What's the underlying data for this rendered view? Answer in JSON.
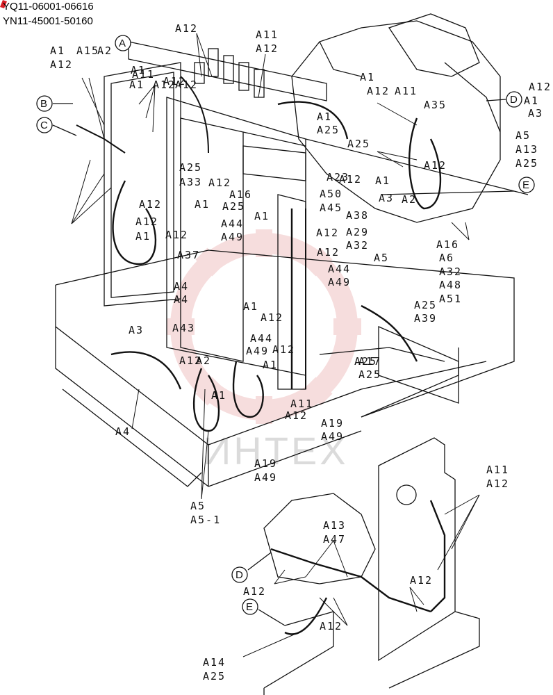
{
  "header": {
    "serial_line_1": "YQ11-06001-06616",
    "serial_line_2": "YN11-45001-50160"
  },
  "watermark": {
    "text": "ИНТЕХ",
    "logo_color": "#e8a0a0"
  },
  "reference_markers": [
    "A",
    "B",
    "C",
    "D",
    "E",
    "D",
    "E"
  ],
  "labels": [
    "A12",
    "A11",
    "A12",
    "A1",
    "A15",
    "A2",
    "A12",
    "A11",
    "A12",
    "A1",
    "A12",
    "A1",
    "A12",
    "A1",
    "A12",
    "A11",
    "A12",
    "A1",
    "A3",
    "A5",
    "A13",
    "A25",
    "A35",
    "A25",
    "A12",
    "A25",
    "A33",
    "A12",
    "A1",
    "A12",
    "A16",
    "A25",
    "A50",
    "A1",
    "A25",
    "A45",
    "A38",
    "A3",
    "A5",
    "A1",
    "A44",
    "A49",
    "A12",
    "A1",
    "A12",
    "A23",
    "A1",
    "A2",
    "A29",
    "A32",
    "A12",
    "A12",
    "A16",
    "A6",
    "A12",
    "A37",
    "A44",
    "A49",
    "A4",
    "A4",
    "A1",
    "A12",
    "A32",
    "A48",
    "A51",
    "A25",
    "A39",
    "A43",
    "A3",
    "A12",
    "A44",
    "A49",
    "A12",
    "A25",
    "A17",
    "A25",
    "A1",
    "A2",
    "A1",
    "A11",
    "A12",
    "A19",
    "A49",
    "A4",
    "A19",
    "A49",
    "A5",
    "A5-1",
    "A11",
    "A12",
    "A13",
    "A47",
    "A12",
    "A12",
    "A12",
    "A14",
    "A25"
  ]
}
